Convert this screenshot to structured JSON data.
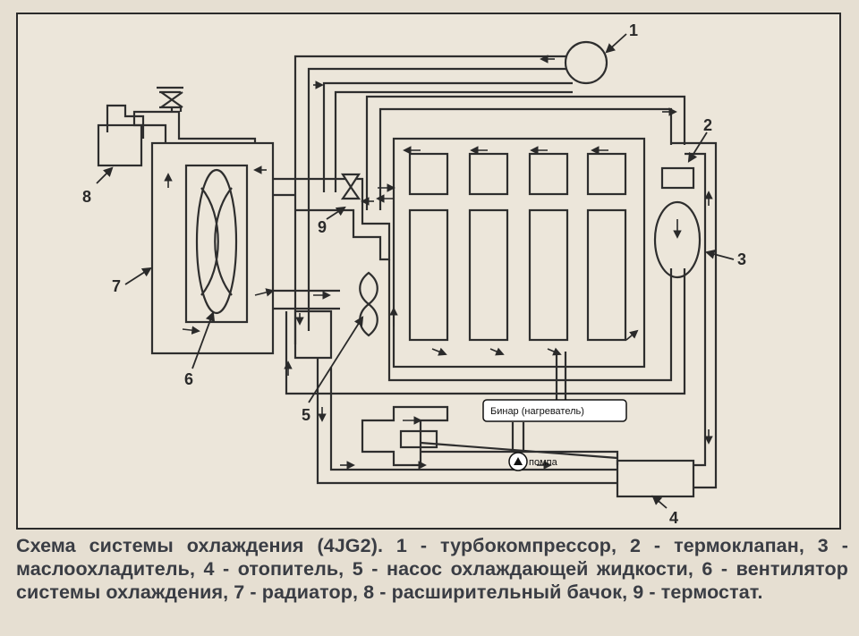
{
  "labels": {
    "n1": "1",
    "n2": "2",
    "n3": "3",
    "n4": "4",
    "n5": "5",
    "n6": "6",
    "n7": "7",
    "n8": "8",
    "n9": "9"
  },
  "binar_label": "Бинар (нагреватель)",
  "pump_label": "помпа",
  "caption": "Схема системы охлаждения (4JG2). 1 - турбокомпрессор, 2 - термоклапан, 3 - маслоохладитель, 4 - отопитель, 5 - насос охлаждающей жидкости, 6 - вентилятор системы охлаждения, 7 - радиатор, 8 - расширительный бачок, 9 - термостат."
}
